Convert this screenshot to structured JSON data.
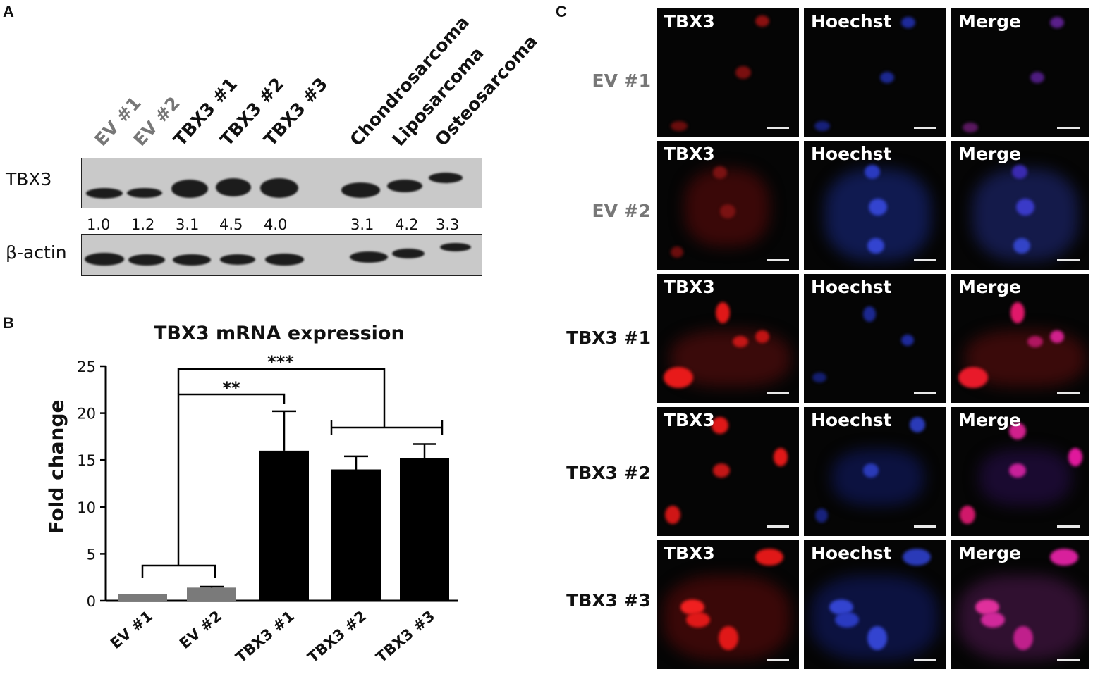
{
  "panels": {
    "a": "A",
    "b": "B",
    "c": "C"
  },
  "western_blot": {
    "lanes": [
      "EV #1",
      "EV #2",
      "TBX3 #1",
      "TBX3 #2",
      "TBX3 #3",
      "Chondrosarcoma",
      "Liposarcoma",
      "Osteosarcoma"
    ],
    "rows": {
      "target": "TBX3",
      "loading": "β-actin"
    },
    "quantification": [
      "1.0",
      "1.2",
      "3.1",
      "4.5",
      "4.0",
      "3.1",
      "4.2",
      "3.3"
    ]
  },
  "chart_data": {
    "type": "bar",
    "title": "TBX3 mRNA expression",
    "xlabel": "",
    "ylabel": "Fold change",
    "ylim": [
      0,
      25
    ],
    "yticks": [
      "0",
      "5",
      "10",
      "15",
      "20",
      "25"
    ],
    "categories": [
      "EV #1",
      "EV #2",
      "TBX3 #1",
      "TBX3 #2",
      "TBX3 #3"
    ],
    "values": [
      0.7,
      1.4,
      16.0,
      14.0,
      15.2
    ],
    "errors": [
      0.0,
      0.1,
      4.2,
      1.4,
      1.5
    ],
    "colors": [
      "#7a7a7a",
      "#7a7a7a",
      "#000000",
      "#000000",
      "#000000"
    ],
    "significance": [
      {
        "label": "**",
        "from": "EV",
        "to": "TBX3 #1"
      },
      {
        "label": "***",
        "from": "EV",
        "to": "TBX3 #2-#3"
      }
    ]
  },
  "microscopy": {
    "columns": [
      "TBX3",
      "Hoechst",
      "Merge"
    ],
    "rows": [
      "EV #1",
      "EV #2",
      "TBX3 #1",
      "TBX3 #2",
      "TBX3 #3"
    ]
  }
}
